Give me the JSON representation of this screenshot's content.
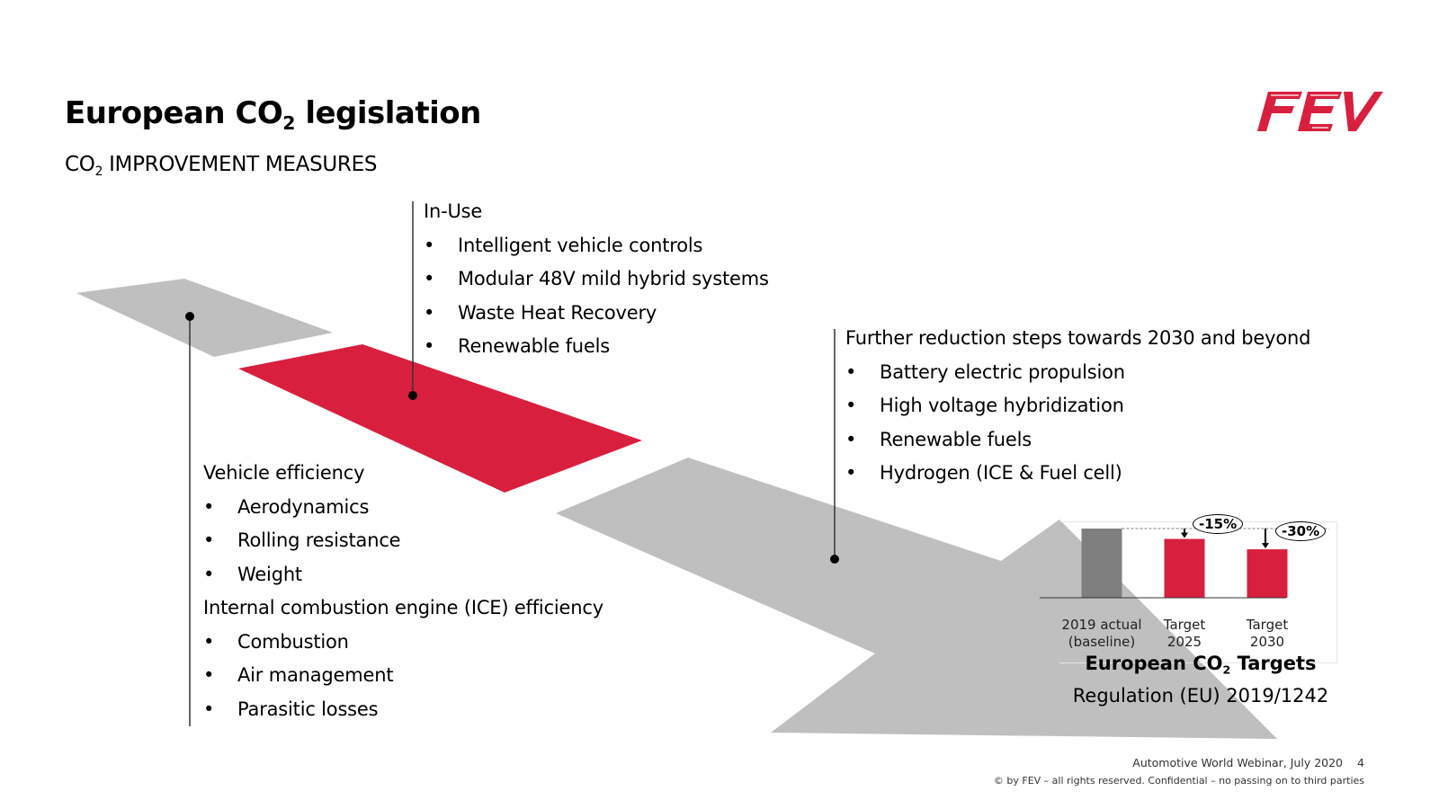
{
  "header": {
    "title_main": "European CO",
    "title_sub": "2",
    "title_rest": " legislation",
    "subtitle_main": "CO",
    "subtitle_sub": "2",
    "subtitle_rest": " IMPROVEMENT MEASURES",
    "logo_text": "FEV"
  },
  "colors": {
    "brand_red": "#D91F3E",
    "shape_gray": "#BFBFBF",
    "baseline_bar": "#7F7F7F"
  },
  "blocks": {
    "in_use": {
      "heading": "In-Use",
      "items": [
        "Intelligent vehicle controls",
        "Modular 48V mild hybrid systems",
        "Waste Heat Recovery",
        "Renewable fuels"
      ]
    },
    "vehicle": {
      "heading": "Vehicle efficiency",
      "items": [
        "Aerodynamics",
        "Rolling resistance",
        "Weight"
      ]
    },
    "ice": {
      "heading": "Internal combustion engine (ICE) efficiency",
      "items": [
        "Combustion",
        "Air management",
        "Parasitic losses"
      ]
    },
    "further": {
      "heading": "Further reduction steps towards 2030 and beyond",
      "items": [
        "Battery electric propulsion",
        "High voltage hybridization",
        "Renewable fuels",
        "Hydrogen (ICE & Fuel cell)"
      ]
    },
    "bullet": "•"
  },
  "chart_data": {
    "type": "bar",
    "title": "European CO2 Targets",
    "subtitle": "Regulation (EU) 2019/1242",
    "categories": [
      "2019 actual (baseline)",
      "Target 2025",
      "Target 2030"
    ],
    "category_lines": [
      [
        "2019 actual",
        "(baseline)"
      ],
      [
        "Target",
        "2025"
      ],
      [
        "Target",
        "2030"
      ]
    ],
    "values": [
      100,
      85,
      70
    ],
    "unit": "% of 2019 baseline",
    "annotations": [
      "-15%",
      "-30%"
    ],
    "ylim": [
      0,
      100
    ],
    "grid": false
  },
  "chart_labels": {
    "title_main": "European CO",
    "title_sub": "2",
    "title_rest": " Targets",
    "subtitle": "Regulation (EU) 2019/1242"
  },
  "footer": {
    "event": "Automotive World Webinar, July 2020",
    "page": "4",
    "copyright": "© by FEV – all rights reserved. Confidential – no passing on to third parties"
  }
}
